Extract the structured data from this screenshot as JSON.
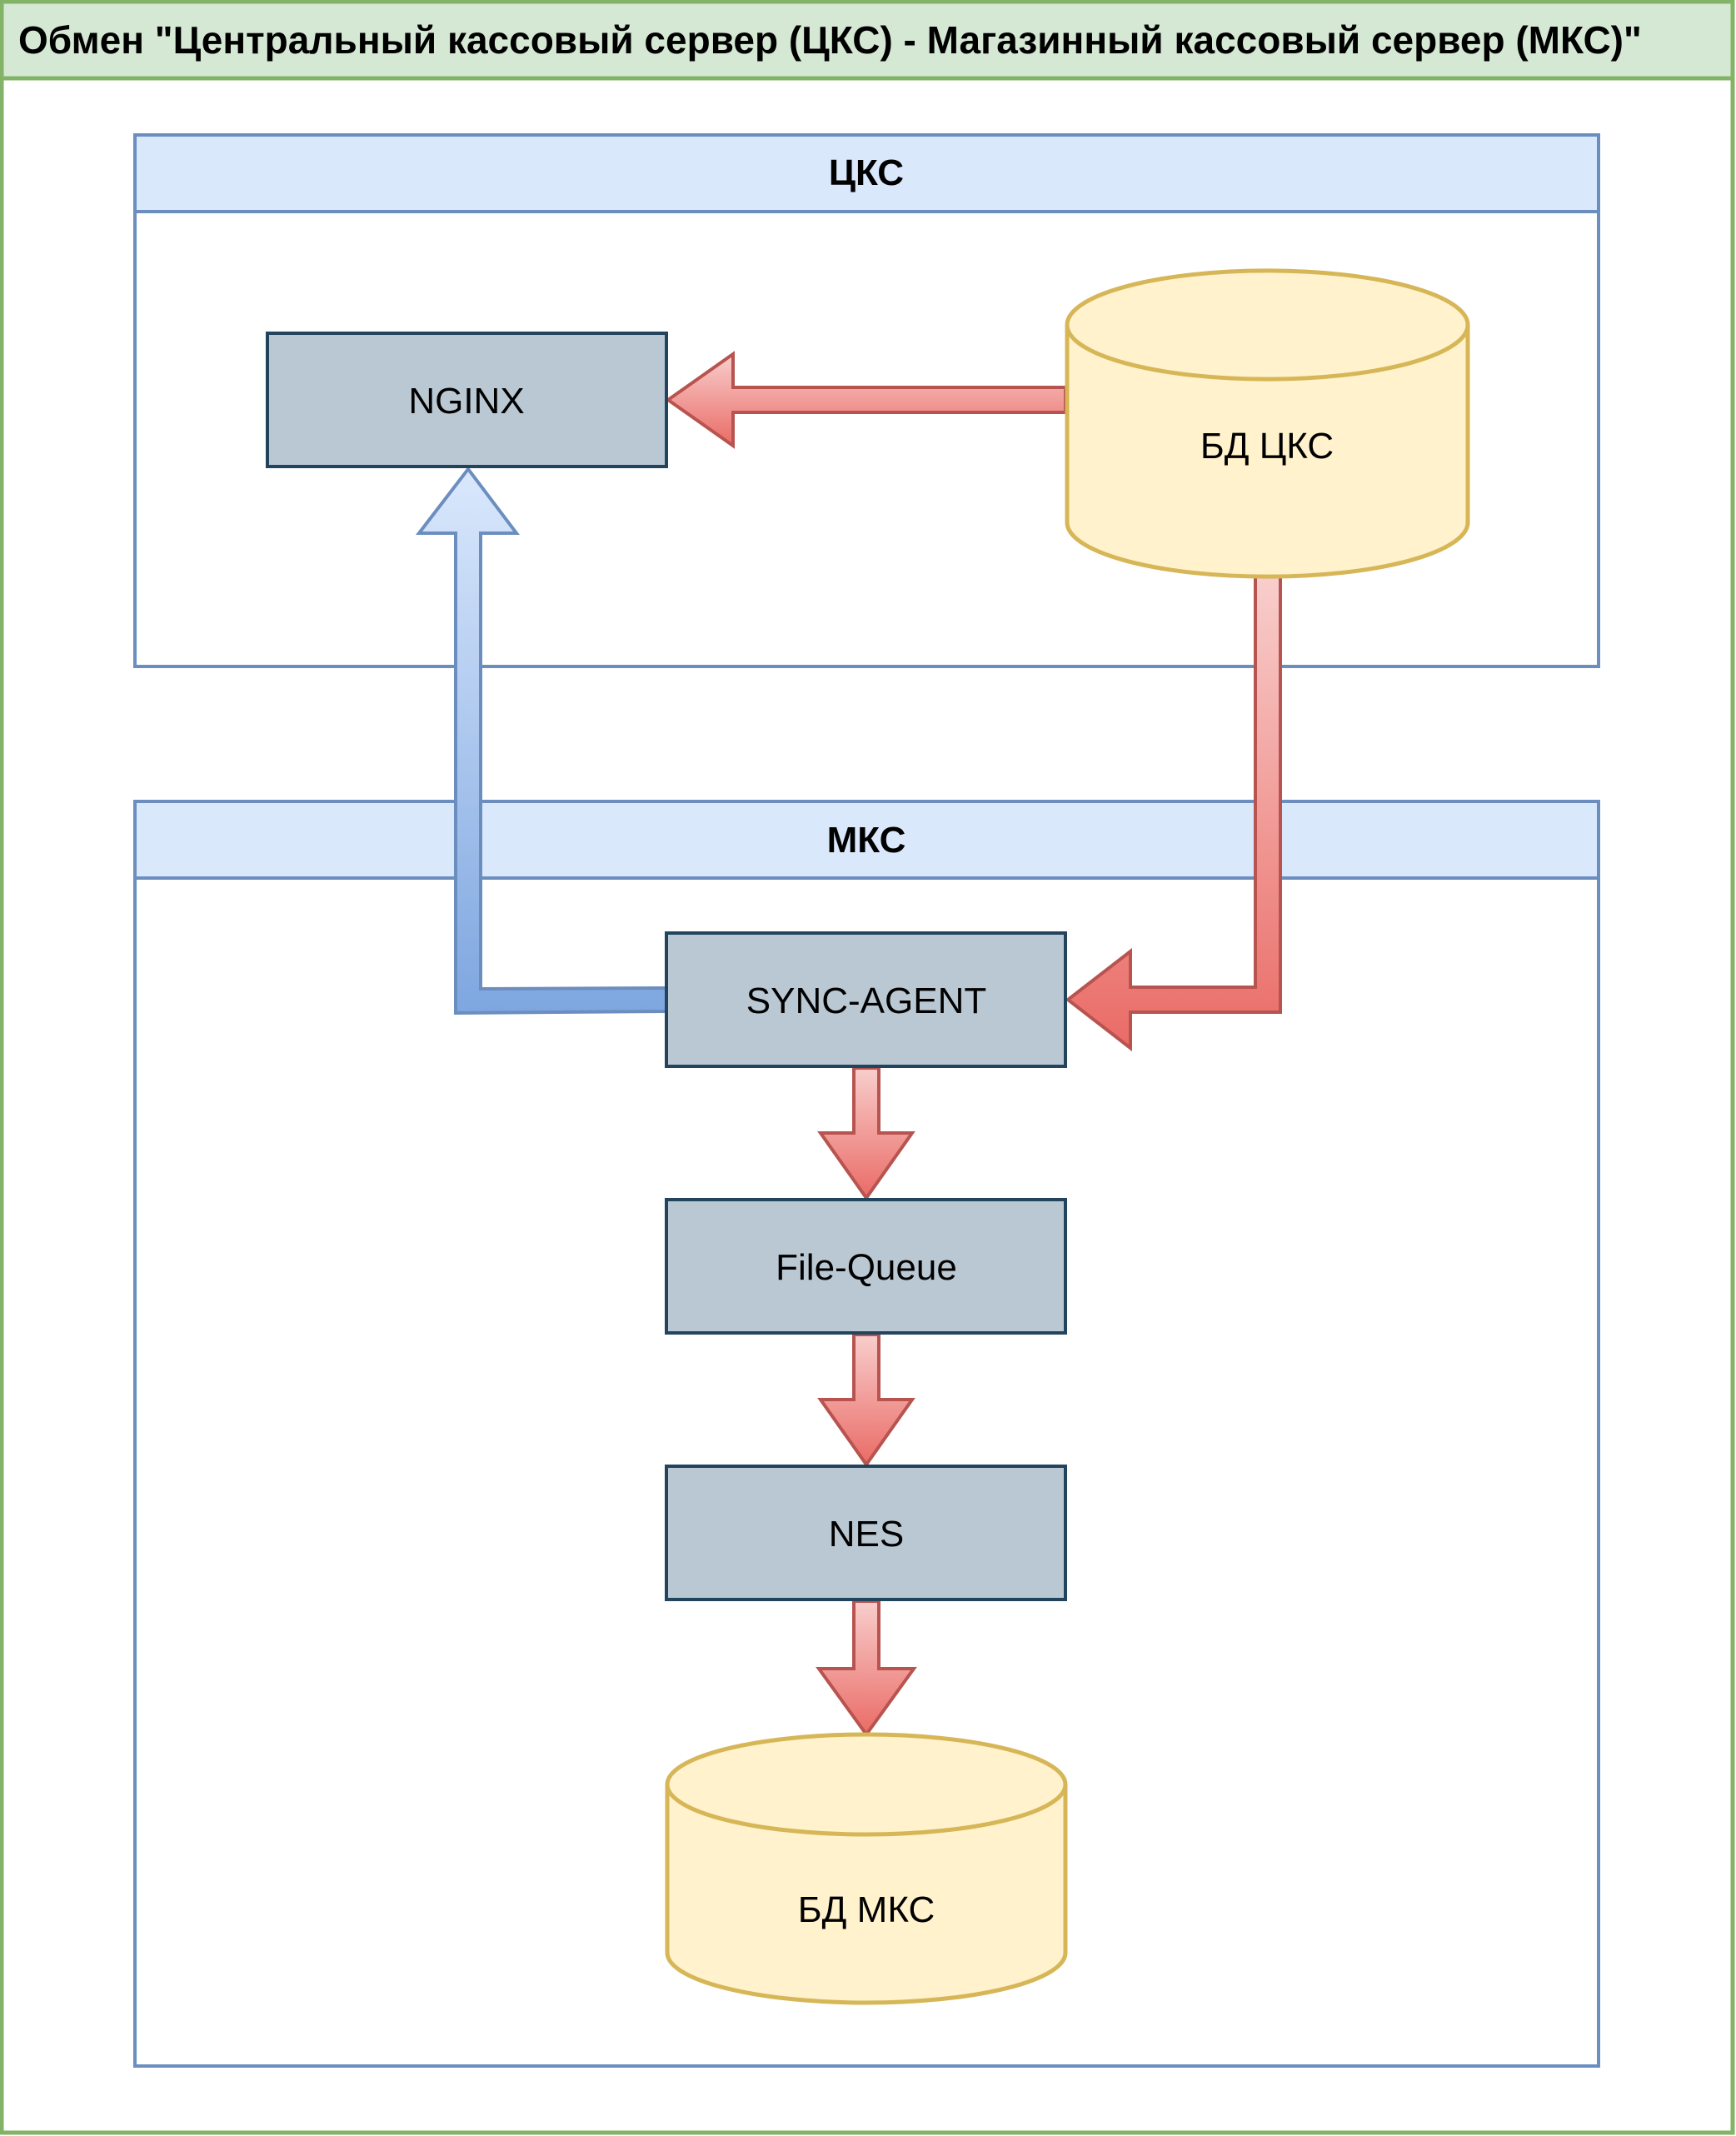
{
  "title": "Обмен \"Центральный кассовый сервер (ЦКС) - Магазинный кассовый сервер (МКС)\"",
  "containers": [
    {
      "id": "cks",
      "label": "ЦКС"
    },
    {
      "id": "mks",
      "label": "МКС"
    }
  ],
  "nodes": {
    "nginx": "NGINX",
    "db_cks": "БД ЦКС",
    "sync_agent": "SYNC-AGENT",
    "file_queue": "File-Queue",
    "nes": "NES",
    "db_mks": "БД МКС"
  },
  "edges": [
    {
      "from": "БД ЦКС",
      "to": "NGINX",
      "color": "red"
    },
    {
      "from": "БД ЦКС",
      "to": "SYNC-AGENT",
      "color": "red"
    },
    {
      "from": "SYNC-AGENT",
      "to": "NGINX",
      "color": "blue"
    },
    {
      "from": "SYNC-AGENT",
      "to": "File-Queue",
      "color": "red"
    },
    {
      "from": "File-Queue",
      "to": "NES",
      "color": "red"
    },
    {
      "from": "NES",
      "to": "БД МКС",
      "color": "red"
    }
  ],
  "colors": {
    "frame": "#82b366",
    "frame_fill": "#d5e8d4",
    "container": "#6c8ebf",
    "container_header": "#dae8fc",
    "box_fill": "#bac8d3",
    "box_stroke": "#23445d",
    "db_fill": "#fff2cc",
    "db_stroke": "#d6b656",
    "arrow_red": "#ea6b66",
    "arrow_blue": "#7ea6e0"
  }
}
